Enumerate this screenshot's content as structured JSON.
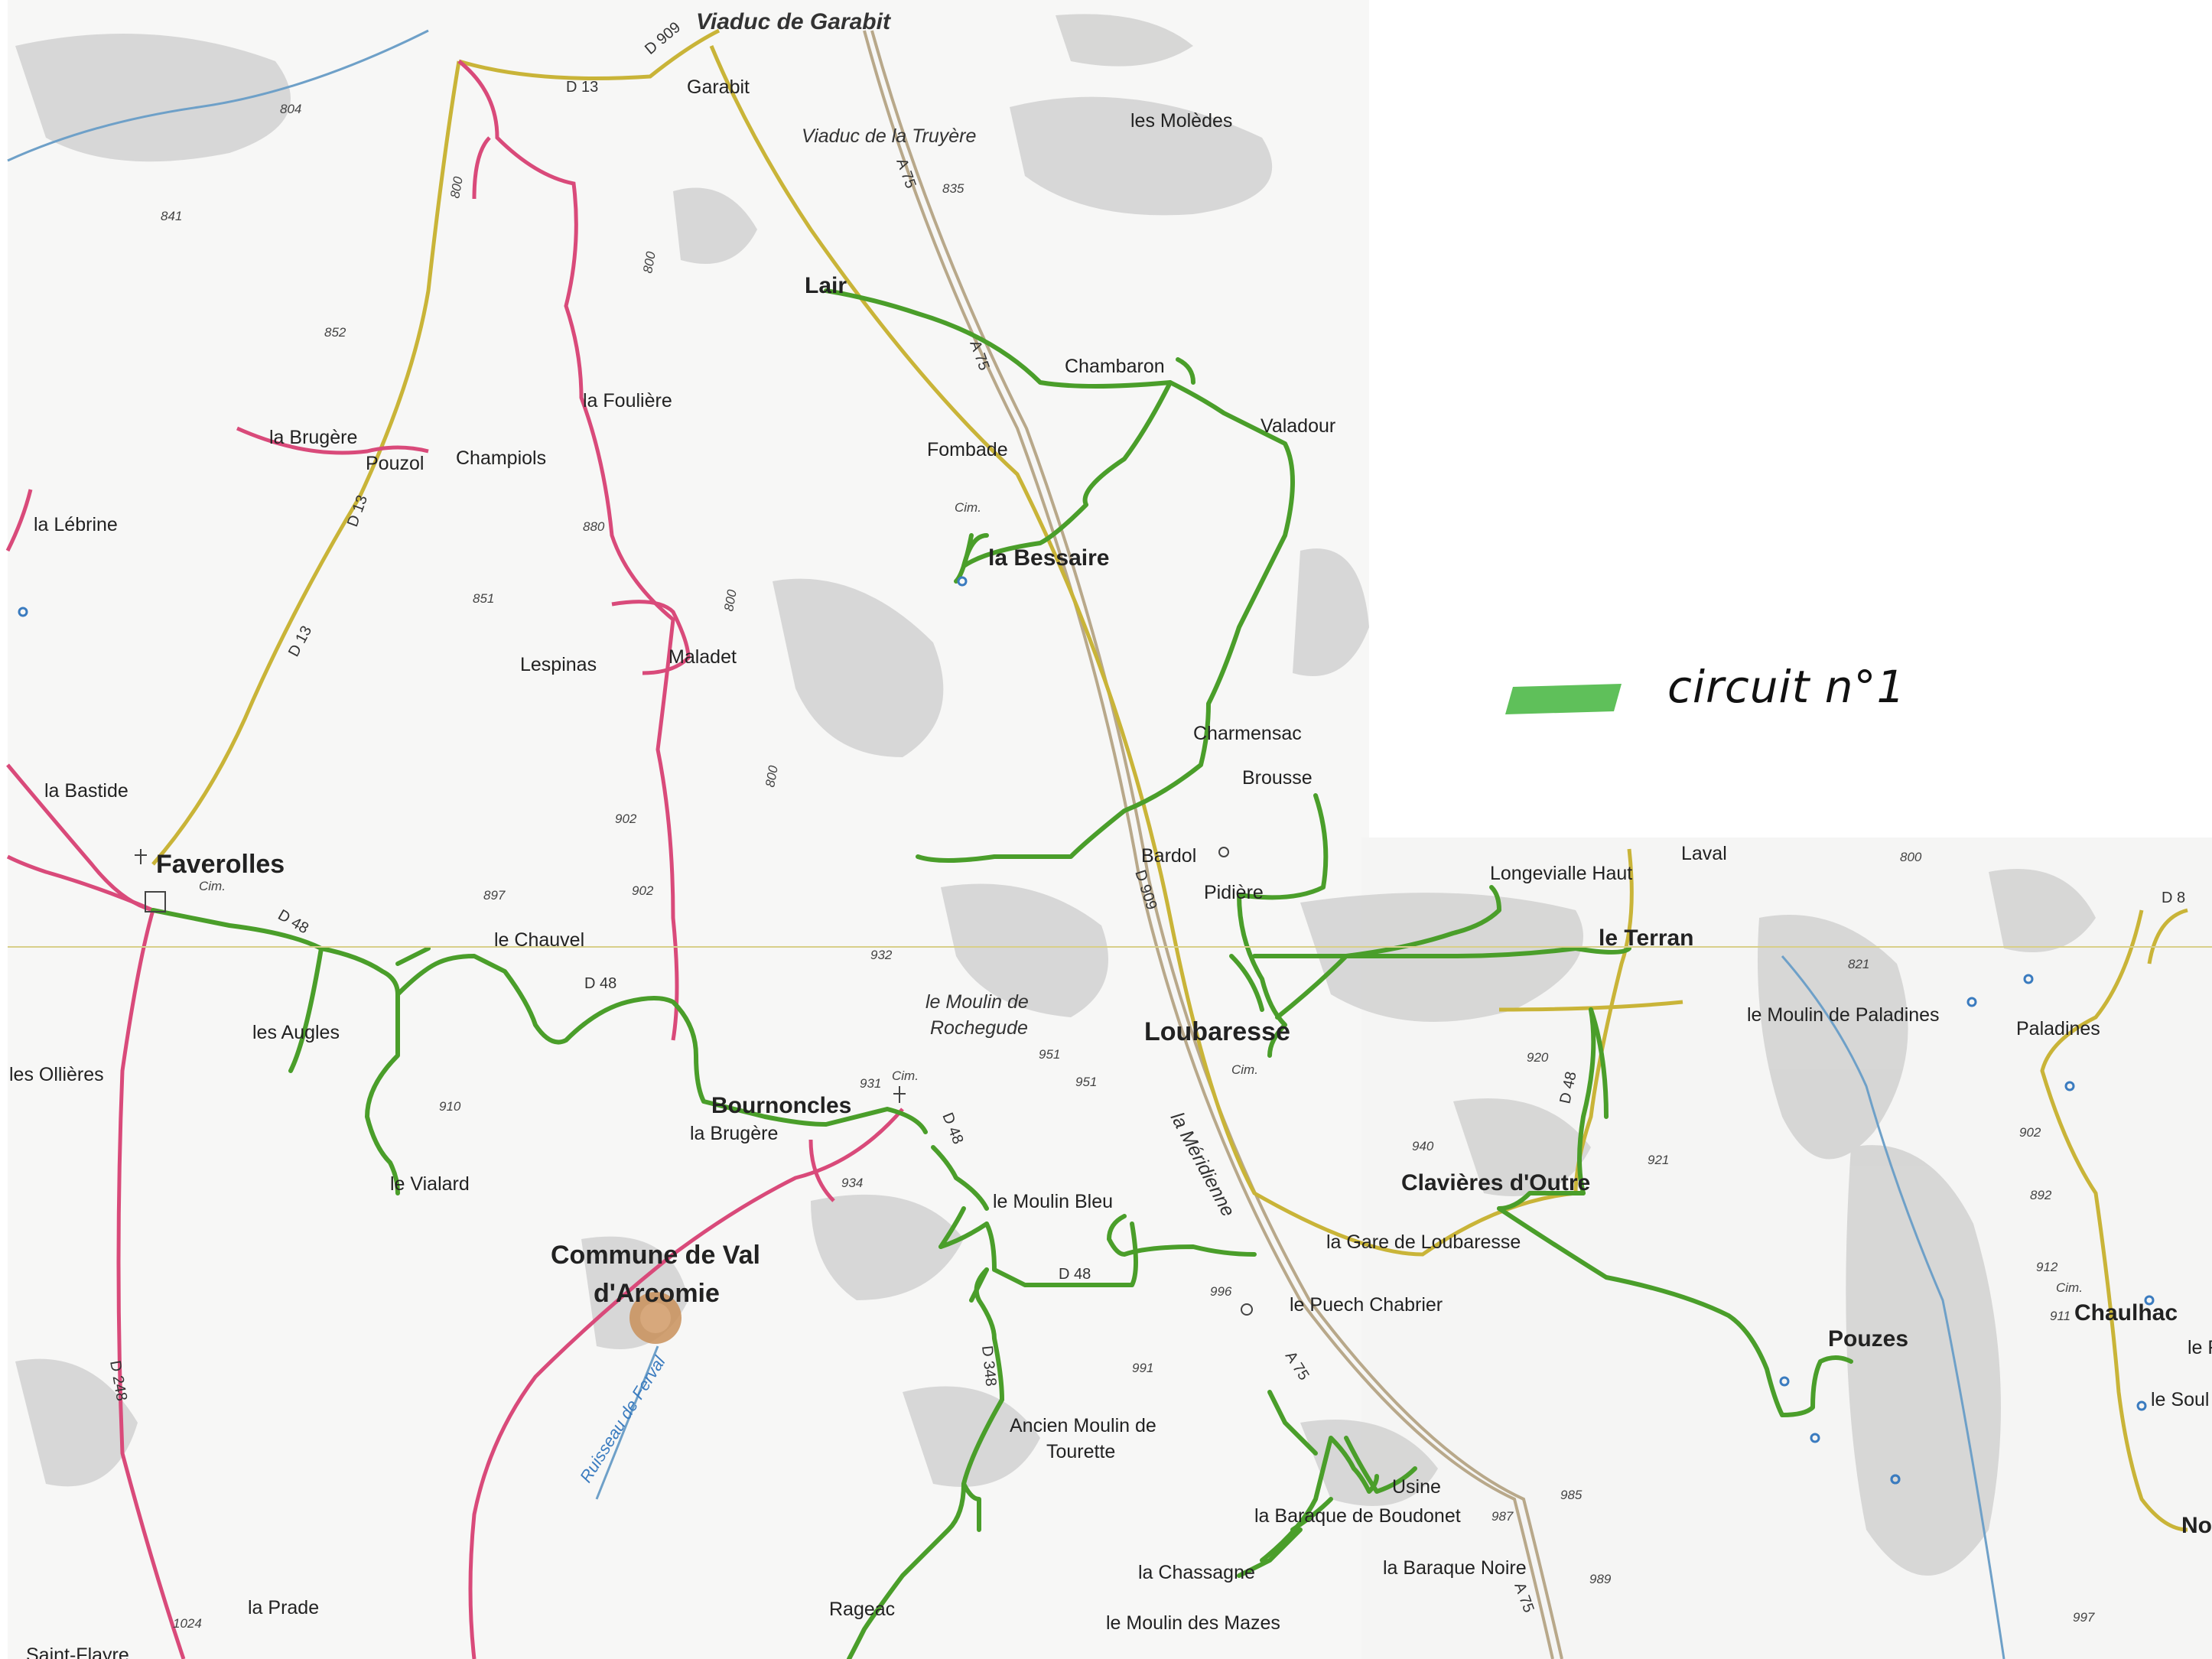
{
  "legend": {
    "label": "circuit n°1",
    "color": "#43b53d"
  },
  "colors": {
    "circuit": "#4a9e2a",
    "departmental_road": "#d94a7a",
    "secondary_road": "#c9b438",
    "motorway": "#b8a88a",
    "relief": "#b9b9b9",
    "water": "#3a7bbf",
    "origin_marker": "#c9915a"
  },
  "places": {
    "viaduc_garabit": "Viaduc de Garabit",
    "garabit": "Garabit",
    "viaduc_truyere": "Viaduc de la Truyère",
    "les_moledes": "les Molèdes",
    "lair": "Lair",
    "chambaron": "Chambaron",
    "valadour": "Valadour",
    "fombade": "Fombade",
    "la_bessaire": "la Bessaire",
    "cim_bessaire": "Cim.",
    "la_fouliere": "la Foulière",
    "la_brugere_n": "la Brugère",
    "pouzol": "Pouzol",
    "champiols": "Champiols",
    "la_lebrine": "la Lébrine",
    "lespinas": "Lespinas",
    "maladet": "Maladet",
    "charmensac": "Charmensac",
    "brousse": "Brousse",
    "la_bastide": "la Bastide",
    "faverolles": "Faverolles",
    "cim_faverolles": "Cim.",
    "bardol": "Bardol",
    "pidiere": "Pidière",
    "longevialle_haut": "Longevialle Haut",
    "laval": "Laval",
    "le_terran": "le Terran",
    "le_chauvel": "le Chauvel",
    "les_augles": "les Augles",
    "les_ollieres": "les Ollières",
    "moulin_rochegude_1": "le Moulin de",
    "moulin_rochegude_2": "Rochegude",
    "loubaresse": "Loubaresse",
    "cim_loubaresse": "Cim.",
    "moulin_paladines": "le Moulin de Paladines",
    "paladines": "Paladines",
    "bournoncles": "Bournoncles",
    "la_brugere_s": "la Brugère",
    "cim_bournoncles": "Cim.",
    "le_vialard": "le Vialard",
    "le_moulin_bleu": "le Moulin Bleu",
    "la_meridienne": "la Méridienne",
    "clavieres_doutre": "Clavières d'Outre",
    "gare_loubaresse": "la Gare de Loubaresse",
    "commune_1": "Commune de Val",
    "commune_2": "d'Arcomie",
    "le_puech_chabrier": "le Puech Chabrier",
    "pouzes": "Pouzes",
    "chaulhac": "Chaulhac",
    "cim_chaulhac": "Cim.",
    "le_soul": "le Soul",
    "ruisseau_ferval": "Ruisseau de Ferval",
    "ancien_moulin_1": "Ancien Moulin de",
    "ancien_moulin_2": "Tourette",
    "usine": "Usine",
    "baraque_boudonet": "la Baraque de Boudonet",
    "la_chassagne": "la Chassagne",
    "baraque_noire": "la Baraque Noire",
    "moulin_mazes": "le Moulin des Mazes",
    "la_prade": "la Prade",
    "rageac": "Rageac",
    "saint_flayre": "Saint-Flayre",
    "no_partial": "No",
    "le_partial": "le F"
  },
  "roads": {
    "d909_n": "D 909",
    "d13_n": "D 13",
    "a75_n": "A 75",
    "a75_m": "A 75",
    "d13_w": "D 13",
    "d13_sw": "D 13",
    "d909_s": "D 909",
    "d48_w": "D 48",
    "d48_m": "D 48",
    "d48_e": "D 48",
    "d48_r": "D 48",
    "d248": "D 248",
    "d348": "D 348",
    "d8": "D 8",
    "a75_s": "A 75",
    "a75_se": "A 75"
  },
  "altitudes": {
    "a804": "804",
    "a841": "841",
    "a852": "852",
    "a851": "851",
    "a880": "880",
    "a835": "835",
    "a902a": "902",
    "a902b": "902",
    "a897": "897",
    "a932": "932",
    "a910": "910",
    "a931": "931",
    "a934": "934",
    "a951a": "951",
    "a951b": "951",
    "a920": "920",
    "a940": "940",
    "a921": "921",
    "a821": "821",
    "a902c": "902",
    "a892": "892",
    "a912": "912",
    "a911": "911",
    "a996": "996",
    "a991": "991",
    "a985": "985",
    "a987": "987",
    "a989": "989",
    "a997": "997",
    "a1024": "1024",
    "a800a": "800",
    "a800b": "800",
    "a800c": "800",
    "a800d": "800",
    "a800e": "800"
  }
}
